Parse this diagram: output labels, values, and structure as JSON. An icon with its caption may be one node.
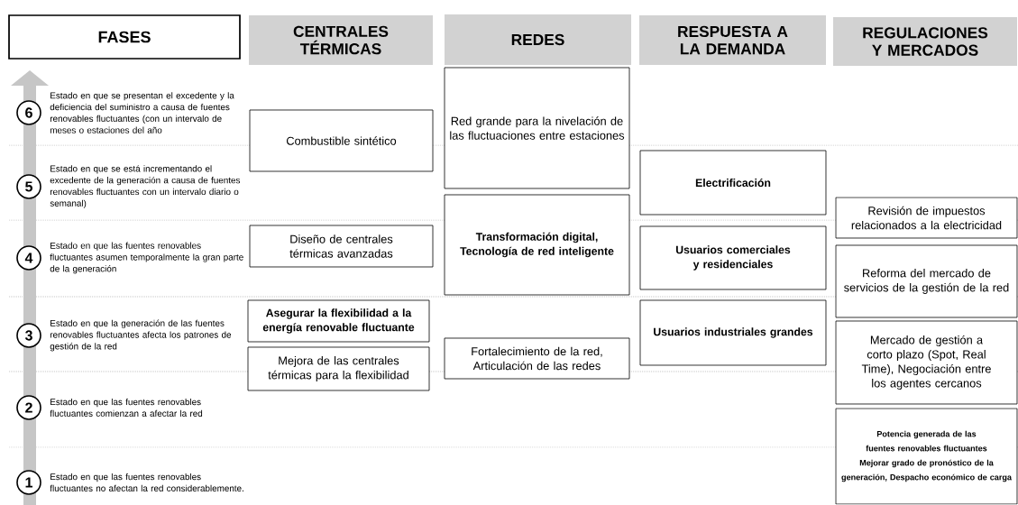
{
  "diagram": {
    "nodes": [
      {
        "text": [
          "FASES"
        ]
      },
      {
        "text": [
          "CENTRALES TÉRMICAS"
        ]
      },
      {
        "text": [
          "REDES"
        ]
      },
      {
        "text": [
          "RESPUESTA A LA DEMANDA"
        ]
      },
      {
        "text": [
          "REGULACIONES Y MERCADOS"
        ]
      },
      {
        "text": [
          "6"
        ],
        "beside": [
          "Estado en que se presentan el excedente y la deficiencia del suministro a causa de fuentes renovables fluctuantes (con un intervalo de meses o estaciones del año"
        ]
      },
      {
        "text": [
          "5"
        ],
        "beside": [
          "Estado en que se está incrementando el excedente de la generación a causa de fuentes renovables fluctuantes con un intervalo diario o semanal)"
        ]
      },
      {
        "text": [
          "4"
        ],
        "beside": [
          "Estado en que las fuentes renovables fluctuantes asumen temporalmente la gran parte de la generación"
        ]
      },
      {
        "text": [
          "3"
        ],
        "beside": [
          "Estado en que la generación de las fuentes renovables fluctuantes afecta los patrones de gestión de la red"
        ]
      },
      {
        "text": [
          "2"
        ],
        "beside": [
          "Estado en que las fuentes renovables fluctuantes comienzan a afectar la red"
        ]
      },
      {
        "text": [
          "1"
        ],
        "beside": [
          "Estado en que las fuentes renovables fluctuantes no afectan la red considerablemente."
        ]
      },
      {
        "text": [
          "Combustible sintético"
        ]
      },
      {
        "text": [
          "Diseño de centrales térmicas avanzadas"
        ]
      },
      {
        "text": [
          "Asegurar la flexibilidad a la energía renovable fluctuante"
        ]
      },
      {
        "text": [
          "Mejora de las centrales térmicas para la flexibilidad"
        ]
      },
      {
        "text": [
          "Red grande para la nivelación de las fluctuaciones entre estaciones"
        ]
      },
      {
        "text": [
          "Transformación digital, Tecnología de red inteligente"
        ]
      },
      {
        "text": [
          "Fortalecimiento de la red, Articulación de las redes"
        ]
      },
      {
        "text": [
          "Electrificación"
        ]
      },
      {
        "text": [
          "Usuarios comerciales y residenciales"
        ]
      },
      {
        "text": [
          "Usuarios industriales grandes"
        ]
      },
      {
        "text": [
          "Revisión de impuestos relacionados a la electricidad"
        ]
      },
      {
        "text": [
          "Reforma del mercado de servicios de la gestión de la red"
        ]
      },
      {
        "text": [
          "Mercado de gestión a corto plazo (Spot, Real Time), Negociación entre los agentes cercanos"
        ]
      },
      {
        "text": [
          "Potencia generada de las fuentes renovables fluctuantes",
          "Mejorar grado de pronóstico de la generación, Despacho económico de carga"
        ]
      }
    ],
    "edges": []
  }
}
